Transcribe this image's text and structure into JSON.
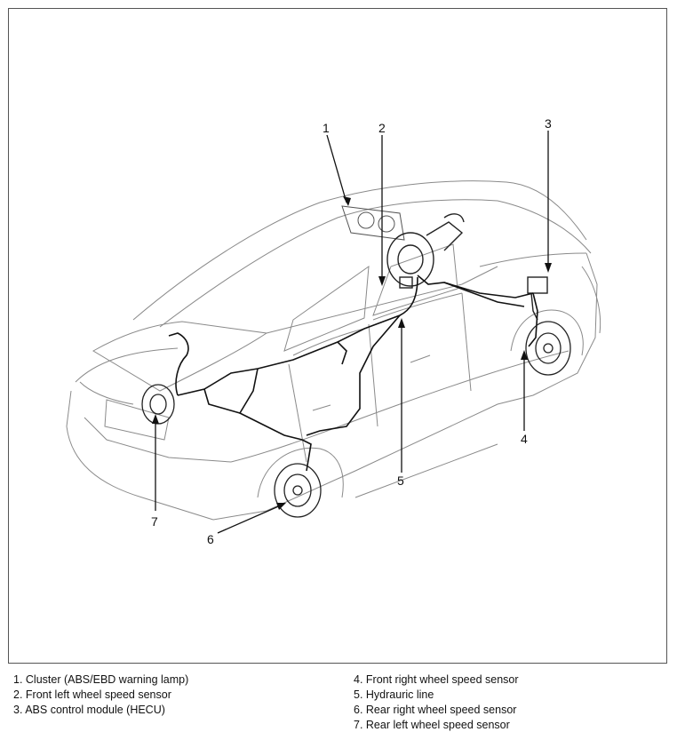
{
  "callouts": {
    "c1": "1",
    "c2": "2",
    "c3": "3",
    "c4": "4",
    "c5": "5",
    "c6": "6",
    "c7": "7"
  },
  "legend": {
    "left": [
      "1. Cluster (ABS/EBD warning lamp)",
      "2. Front left wheel speed sensor",
      "3. ABS control module (HECU)"
    ],
    "right": [
      "4. Front right wheel speed sensor",
      "5. Hydrauric line",
      "6. Rear right wheel speed sensor",
      "7. Rear left wheel speed sensor"
    ]
  }
}
